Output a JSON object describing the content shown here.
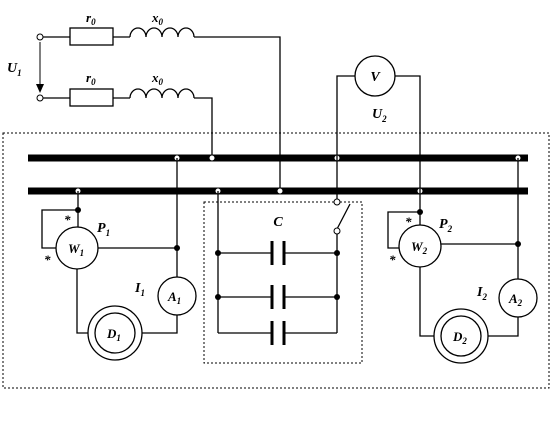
{
  "labels": {
    "U1": {
      "main": "U",
      "sub": "1"
    },
    "U2": {
      "main": "U",
      "sub": "2"
    },
    "r0_top": {
      "main": "r",
      "sub": "0"
    },
    "x0_top": {
      "main": "x",
      "sub": "0"
    },
    "r0_bottom": {
      "main": "r",
      "sub": "0"
    },
    "x0_bottom": {
      "main": "x",
      "sub": "0"
    },
    "V": "V",
    "C": "C",
    "P1": {
      "main": "P",
      "sub": "1"
    },
    "P2": {
      "main": "P",
      "sub": "2"
    },
    "W1": {
      "main": "W",
      "sub": "1"
    },
    "W2": {
      "main": "W",
      "sub": "2"
    },
    "I1": {
      "main": "I",
      "sub": "1"
    },
    "I2": {
      "main": "I",
      "sub": "2"
    },
    "A1": {
      "main": "A",
      "sub": "1"
    },
    "A2": {
      "main": "A",
      "sub": "2"
    },
    "D1": {
      "main": "D",
      "sub": "1"
    },
    "D2": {
      "main": "D",
      "sub": "2"
    },
    "star": "*"
  }
}
